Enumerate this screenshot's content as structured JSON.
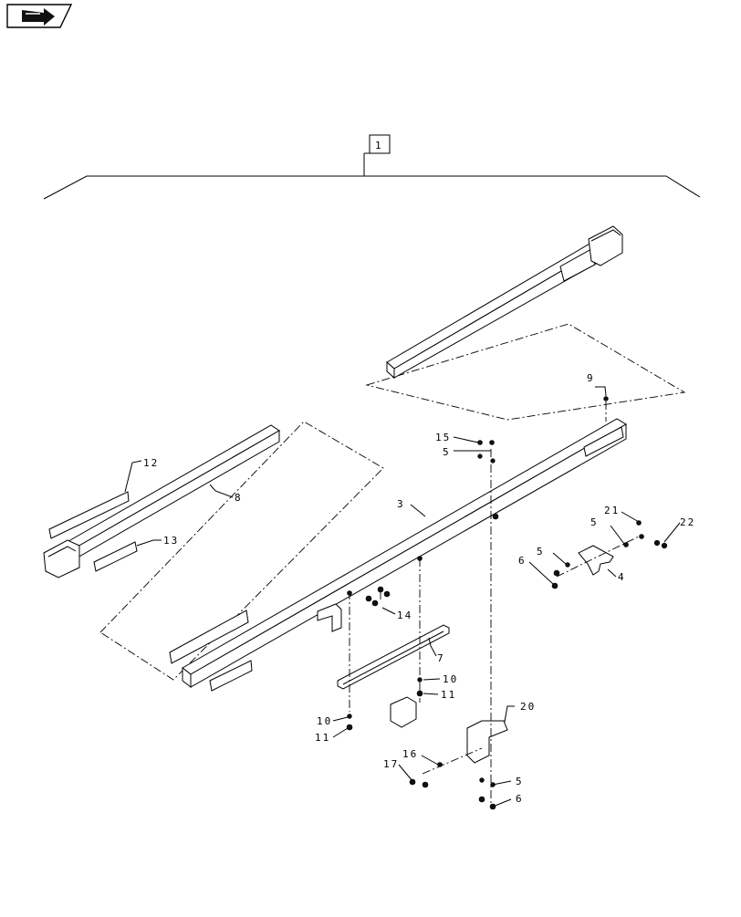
{
  "assembly_label": "1",
  "callouts": {
    "c3": "3",
    "c4": "4",
    "c5a": "5",
    "c5b": "5",
    "c5c": "5",
    "c5d": "5",
    "c6a": "6",
    "c6b": "6",
    "c7": "7",
    "c8": "8",
    "c9": "9",
    "c10a": "10",
    "c10b": "10",
    "c11a": "11",
    "c11b": "11",
    "c12": "12",
    "c13": "13",
    "c14": "14",
    "c15": "15",
    "c16": "16",
    "c17": "17",
    "c20": "20",
    "c21": "21",
    "c22": "22"
  },
  "icons": {
    "nav": "arrow-forward-icon"
  }
}
